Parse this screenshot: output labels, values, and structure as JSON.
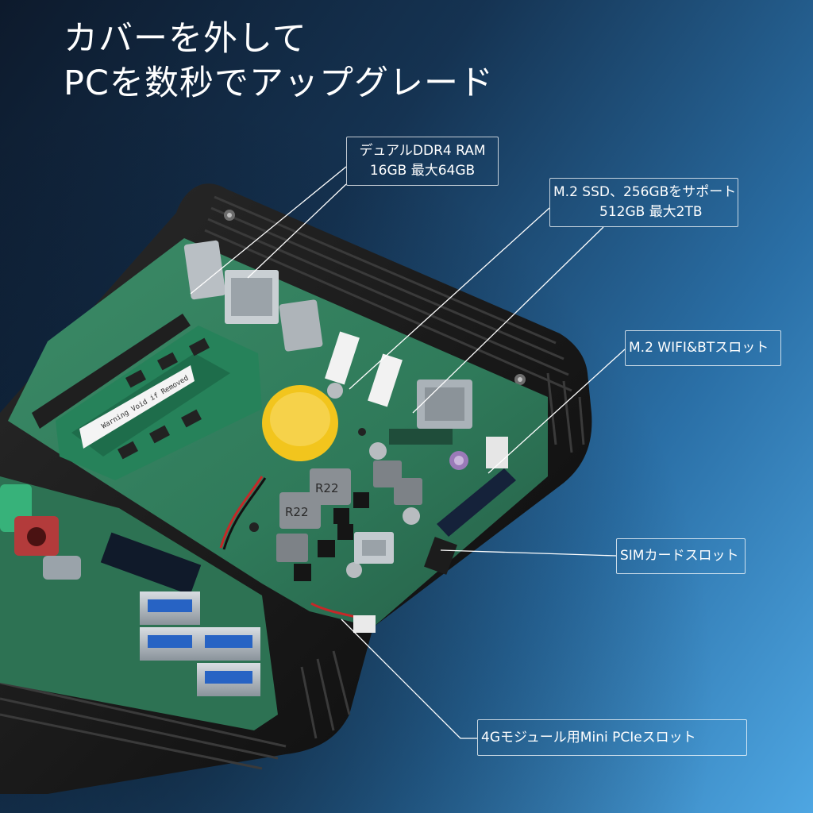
{
  "headline": {
    "line1": "カバーを外して",
    "line2": "PCを数秒でアップグレード"
  },
  "callouts": {
    "ram": {
      "line1": "デュアルDDR4 RAM",
      "line2": "16GB 最大64GB"
    },
    "ssd": {
      "line1": "M.2 SSD、256GBをサポート",
      "line2": "512GB 最大2TB"
    },
    "wifi": {
      "line1": "M.2 WIFI&BTスロット"
    },
    "sim": {
      "line1": "SIMカードスロット"
    },
    "pcie": {
      "line1": "4Gモジュール用Mini PCIeスロット"
    }
  },
  "board_markings": {
    "inductor": "R22",
    "ram_label": "Warning Void if Removed"
  },
  "colors": {
    "background_dark": "#0d1a2c",
    "background_light": "#4ea6e2",
    "pcb_green": "#2f7a5a",
    "case_black": "#141414",
    "battery_yellow": "#f2c51d",
    "text": "#ffffff"
  }
}
